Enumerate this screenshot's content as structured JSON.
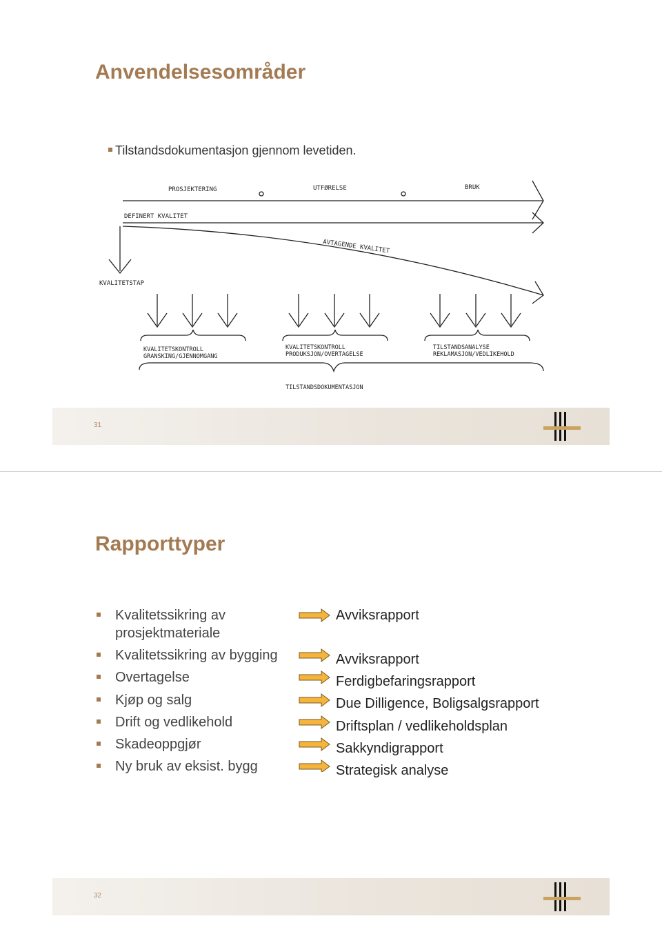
{
  "slide1": {
    "title": "Anvendelsesområder",
    "bullet": "Tilstandsdokumentasjon gjennom levetiden.",
    "diagram": {
      "phases": [
        "PROSJEKTERING",
        "UTFØRELSE",
        "BRUK"
      ],
      "defined_quality": "DEFINERT KVALITET",
      "declining_quality": "AVTAGENDE KVALITET",
      "quality_loss": "KVALITETSTAP",
      "groups": [
        {
          "line1": "KVALITETSKONTROLL",
          "line2": "GRANSKING/GJENNOMGANG"
        },
        {
          "line1": "KVALITETSKONTROLL",
          "line2": "PRODUKSJON/OVERTAGELSE"
        },
        {
          "line1": "TILSTANDSANALYSE",
          "line2": "REKLAMASJON/VEDLIKEHOLD"
        }
      ],
      "bottom_label": "TILSTANDSDOKUMENTASJON"
    },
    "page_number": "31"
  },
  "slide2": {
    "title": "Rapporttyper",
    "items": [
      {
        "label": "Kvalitetssikring av",
        "label2": "prosjektmateriale",
        "result": "Avviksrapport"
      },
      {
        "label": "Kvalitetssikring av bygging",
        "result": "Avviksrapport"
      },
      {
        "label": "Overtagelse",
        "result": "Ferdigbefaringsrapport"
      },
      {
        "label": "Kjøp og salg",
        "result": "Due Dilligence, Boligsalgsrapport"
      },
      {
        "label": "Drift og vedlikehold",
        "result": "Driftsplan / vedlikeholdsplan"
      },
      {
        "label": "Skadeoppgjør",
        "result": "Sakkyndigrapport"
      },
      {
        "label": "Ny bruk av eksist. bygg",
        "result": "Strategisk analyse"
      }
    ],
    "page_number": "32"
  },
  "colors": {
    "title": "#a37a52",
    "bullet": "#a37a52",
    "arrow_fill": "#f5b43c",
    "arrow_stroke": "#7a5a22"
  }
}
